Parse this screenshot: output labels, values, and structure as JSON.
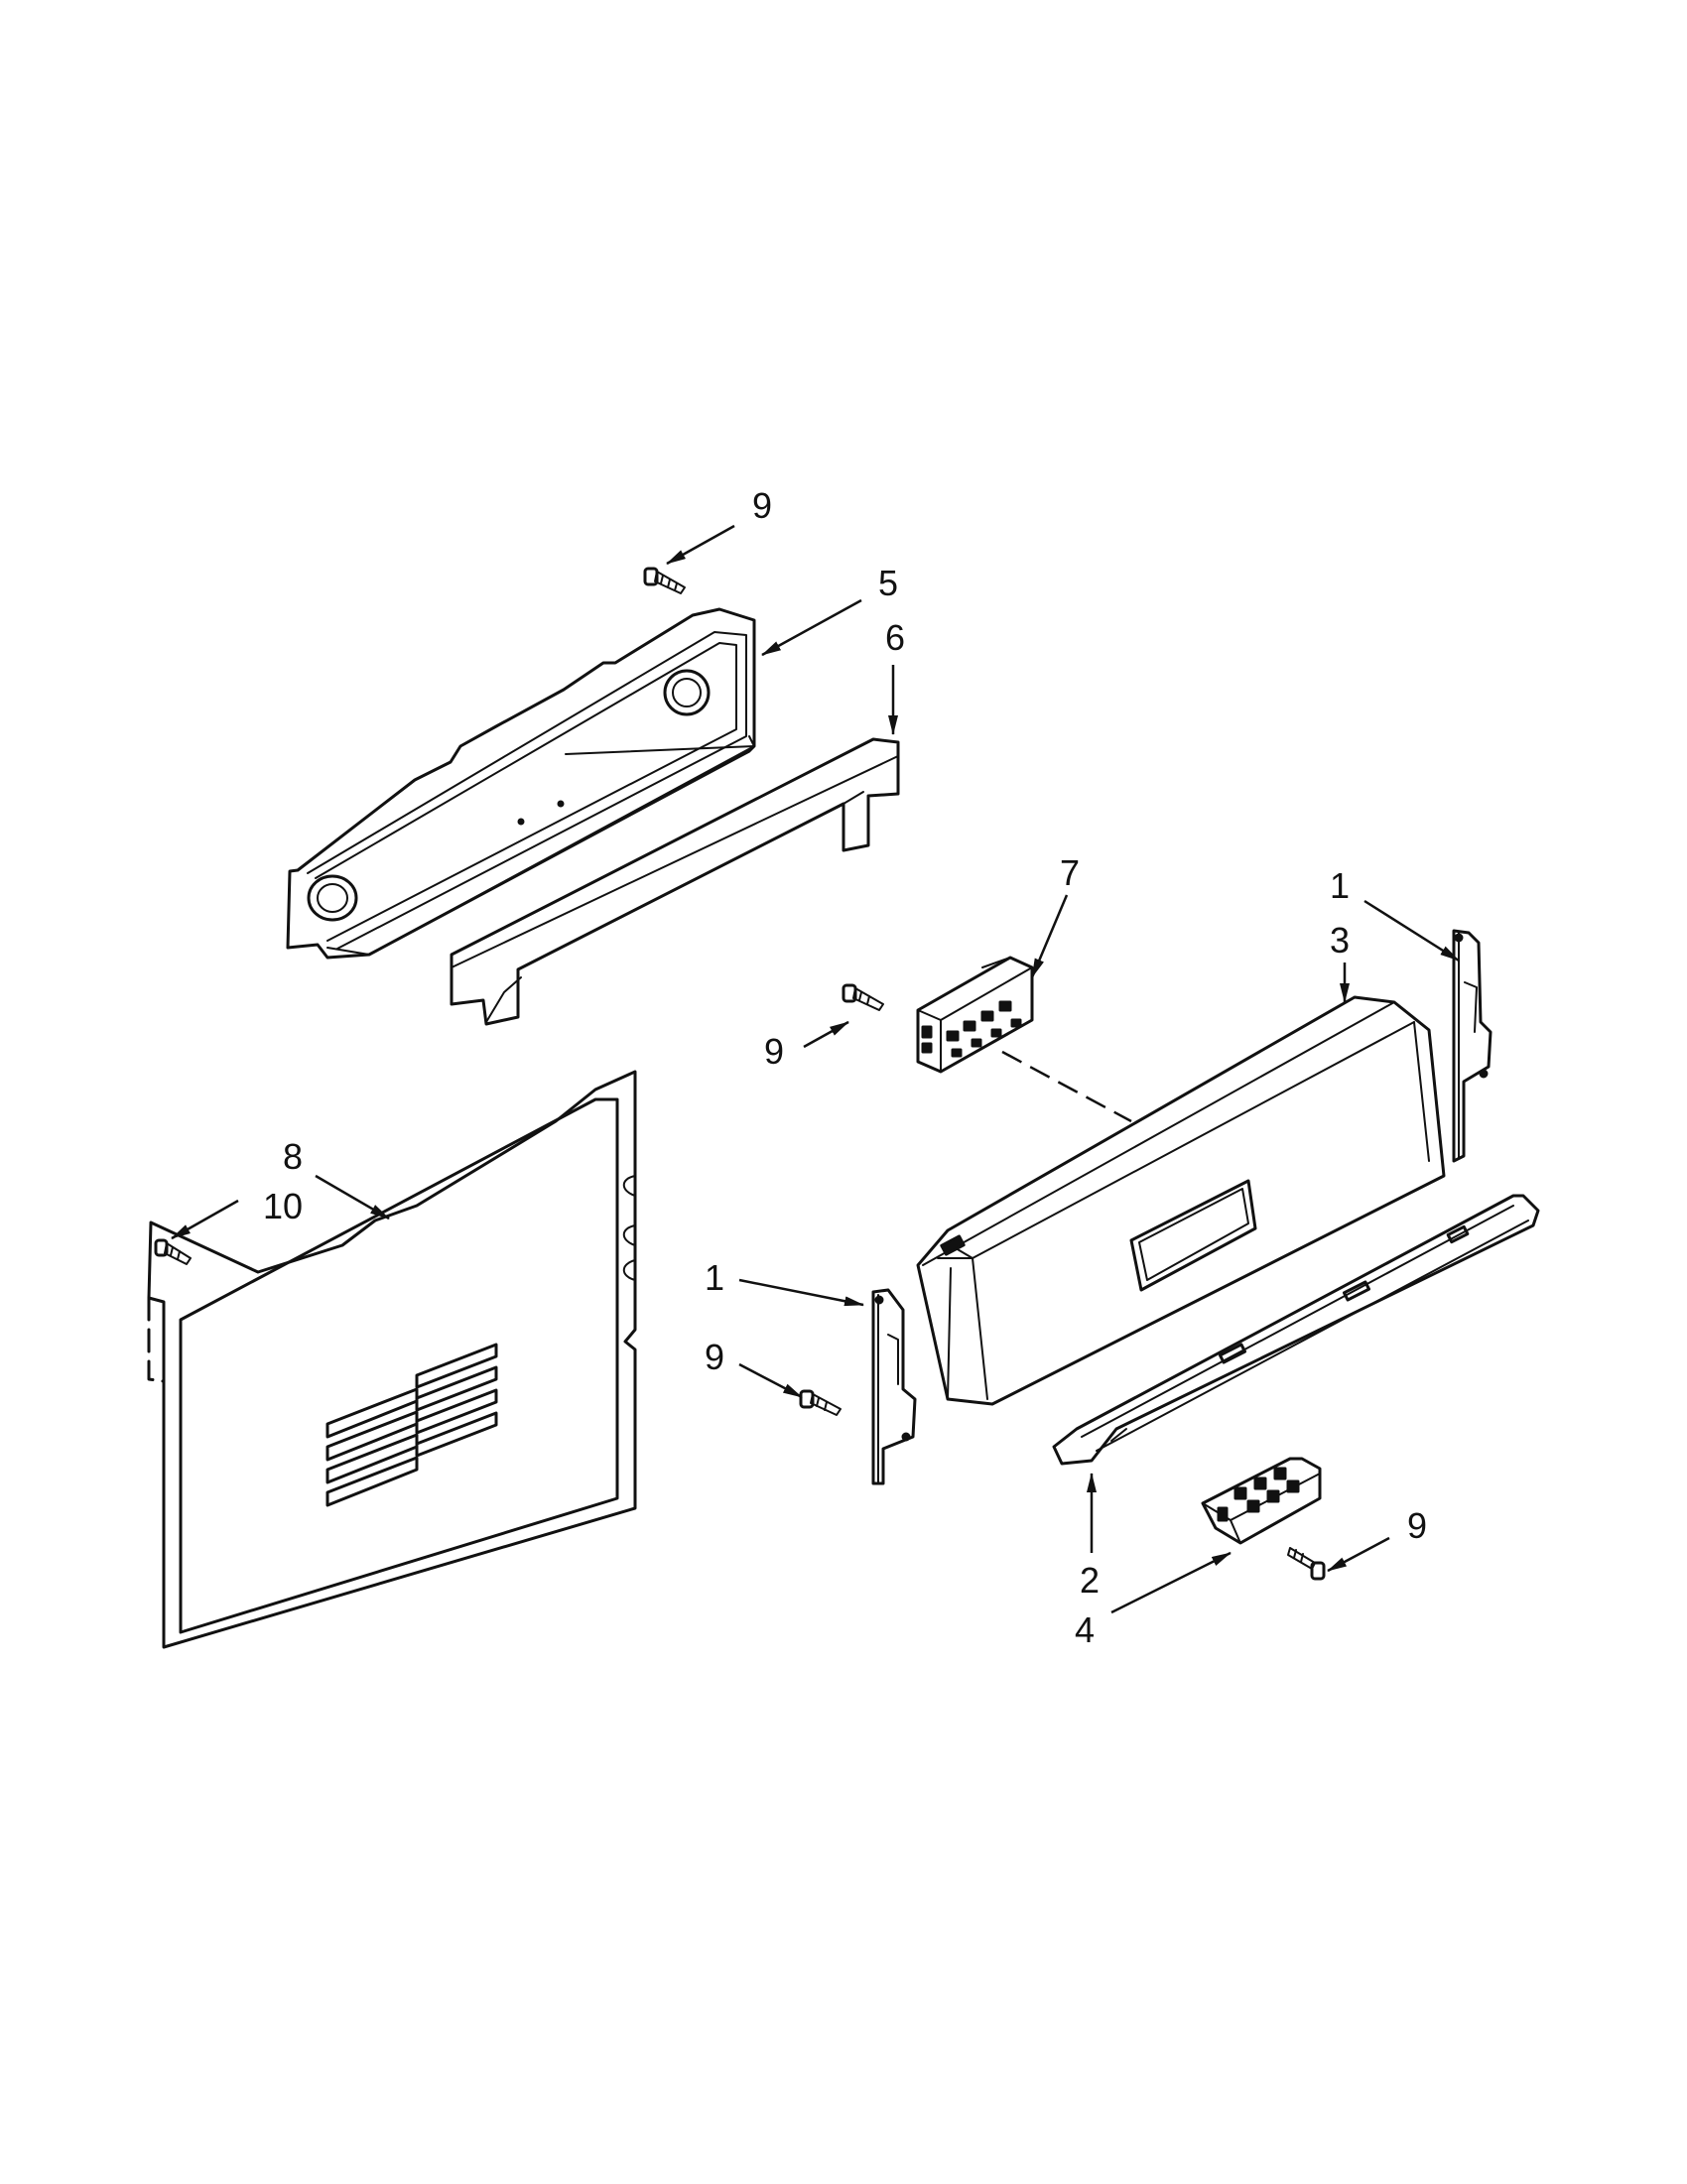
{
  "callouts": [
    {
      "id": "c9a",
      "label": "9"
    },
    {
      "id": "c5",
      "label": "5"
    },
    {
      "id": "c6",
      "label": "6"
    },
    {
      "id": "c7",
      "label": "7"
    },
    {
      "id": "c1a",
      "label": "1"
    },
    {
      "id": "c3",
      "label": "3"
    },
    {
      "id": "c9b",
      "label": "9"
    },
    {
      "id": "c8",
      "label": "8"
    },
    {
      "id": "c10",
      "label": "10"
    },
    {
      "id": "c1b",
      "label": "1"
    },
    {
      "id": "c9c",
      "label": "9"
    },
    {
      "id": "c9d",
      "label": "9"
    },
    {
      "id": "c2",
      "label": "2"
    },
    {
      "id": "c4",
      "label": "4"
    }
  ]
}
